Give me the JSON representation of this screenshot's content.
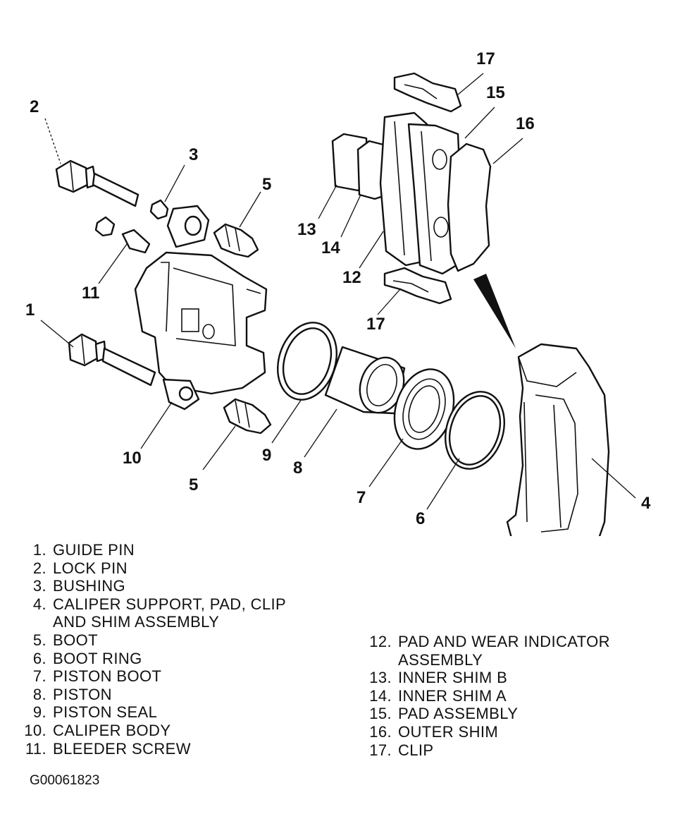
{
  "callouts": [
    "1",
    "2",
    "3",
    "4",
    "5",
    "5",
    "6",
    "7",
    "8",
    "9",
    "10",
    "11",
    "12",
    "13",
    "14",
    "15",
    "16",
    "17",
    "17"
  ],
  "legend_left": [
    {
      "num": "1.",
      "text": "GUIDE PIN"
    },
    {
      "num": "2.",
      "text": "LOCK PIN"
    },
    {
      "num": "3.",
      "text": "BUSHING"
    },
    {
      "num": "4.",
      "text": "CALIPER SUPPORT, PAD, CLIP",
      "cont": "AND SHIM ASSEMBLY"
    },
    {
      "num": "5.",
      "text": "BOOT"
    },
    {
      "num": "6.",
      "text": "BOOT RING"
    },
    {
      "num": "7.",
      "text": "PISTON BOOT"
    },
    {
      "num": "8.",
      "text": "PISTON"
    },
    {
      "num": "9.",
      "text": "PISTON SEAL"
    },
    {
      "num": "10.",
      "text": "CALIPER BODY"
    },
    {
      "num": "11.",
      "text": "BLEEDER SCREW"
    }
  ],
  "legend_right": [
    {
      "num": "12.",
      "text": "PAD AND WEAR INDICATOR",
      "cont": "ASSEMBLY"
    },
    {
      "num": "13.",
      "text": "INNER SHIM B"
    },
    {
      "num": "14.",
      "text": "INNER SHIM A"
    },
    {
      "num": "15.",
      "text": "PAD ASSEMBLY"
    },
    {
      "num": "16.",
      "text": "OUTER SHIM"
    },
    {
      "num": "17.",
      "text": "CLIP"
    }
  ],
  "figure_id": "G00061823"
}
